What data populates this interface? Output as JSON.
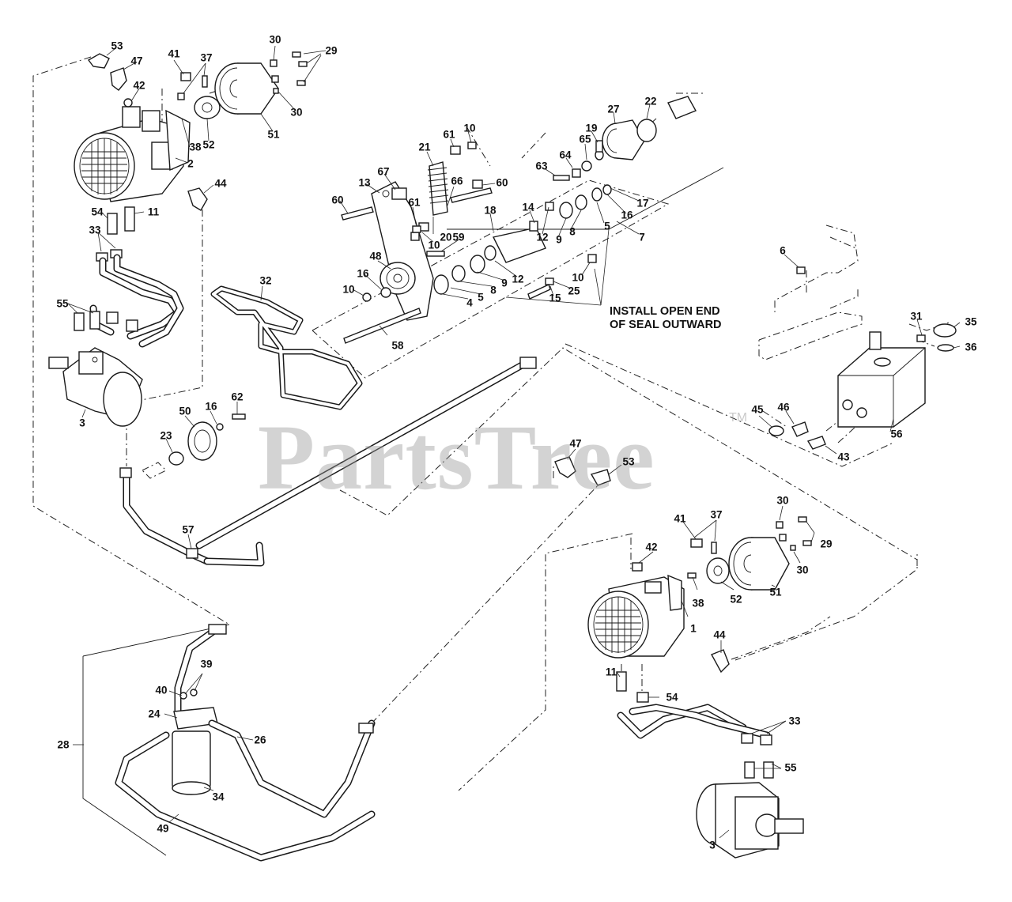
{
  "watermark": {
    "text": "PartsTree",
    "trademark": "TM"
  },
  "note": {
    "line1": "INSTALL OPEN END",
    "line2": "OF SEAL OUTWARD"
  },
  "callouts": [
    "53",
    "47",
    "42",
    "41",
    "37",
    "30",
    "29",
    "30",
    "51",
    "52",
    "38",
    "2",
    "44",
    "11",
    "54",
    "33",
    "55",
    "3",
    "32",
    "48",
    "16",
    "10",
    "13",
    "60",
    "67",
    "21",
    "61",
    "10",
    "66",
    "60",
    "61",
    "20",
    "10",
    "59",
    "18",
    "14",
    "63",
    "64",
    "65",
    "19",
    "27",
    "22",
    "12",
    "9",
    "8",
    "5",
    "16",
    "17",
    "7",
    "12",
    "9",
    "8",
    "5",
    "4",
    "10",
    "15",
    "25",
    "58",
    "6",
    "31",
    "35",
    "36",
    "56",
    "45",
    "46",
    "43",
    "50",
    "16",
    "62",
    "23",
    "57",
    "47",
    "53",
    "41",
    "37",
    "30",
    "29",
    "30",
    "42",
    "38",
    "52",
    "51",
    "1",
    "44",
    "11",
    "54",
    "33",
    "55",
    "3",
    "40",
    "39",
    "24",
    "26",
    "28",
    "34",
    "49"
  ]
}
